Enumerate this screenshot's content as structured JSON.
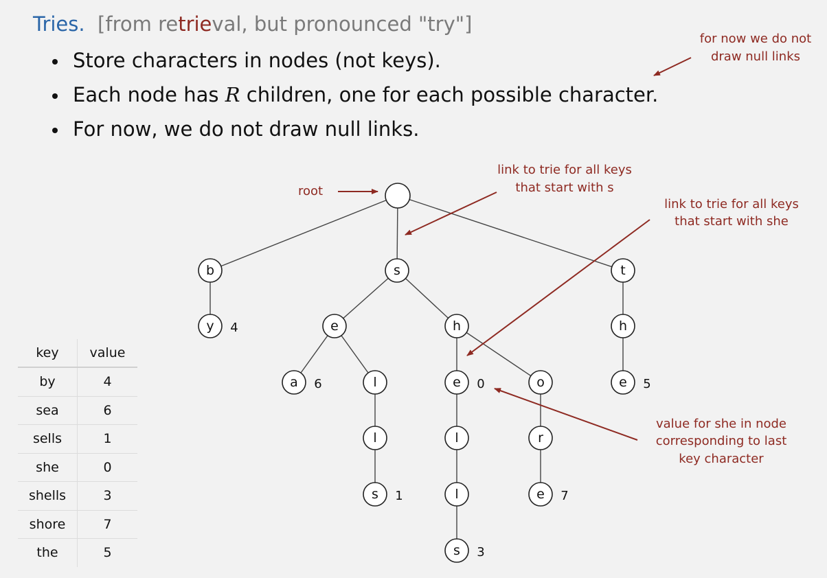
{
  "title": {
    "word": "Tries.",
    "etym_pre": "[from re",
    "etym_hl": "trie",
    "etym_post": "val, but pronounced \"try\"]"
  },
  "bullets": [
    {
      "text": "Store characters in nodes (not keys)."
    },
    {
      "pre": "Each node has ",
      "italic": "R",
      "post": " children, one for each possible character."
    },
    {
      "text": "For now, we do not draw null links."
    }
  ],
  "colors": {
    "title_blue": "#2b66a8",
    "annotation_red": "#8e2a22",
    "grey_text": "#7a7a7a"
  },
  "annotations": {
    "null_links": [
      "for now we do not",
      "draw null links"
    ],
    "root": "root",
    "link_s": [
      "link to trie for all keys",
      "that start with s"
    ],
    "link_she": [
      "link to trie for all keys",
      "that start with she"
    ],
    "value_she": [
      "value for she in node",
      "corresponding to last",
      "key character"
    ]
  },
  "table": {
    "headers": [
      "key",
      "value"
    ],
    "rows": [
      [
        "by",
        "4"
      ],
      [
        "sea",
        "6"
      ],
      [
        "sells",
        "1"
      ],
      [
        "she",
        "0"
      ],
      [
        "shells",
        "3"
      ],
      [
        "shore",
        "7"
      ],
      [
        "the",
        "5"
      ]
    ]
  },
  "trie": {
    "nodes": [
      {
        "id": "root",
        "char": "",
        "value": ""
      },
      {
        "id": "b",
        "char": "b",
        "value": ""
      },
      {
        "id": "by",
        "char": "y",
        "value": "4"
      },
      {
        "id": "s",
        "char": "s",
        "value": ""
      },
      {
        "id": "se",
        "char": "e",
        "value": ""
      },
      {
        "id": "sea",
        "char": "a",
        "value": "6"
      },
      {
        "id": "sel",
        "char": "l",
        "value": ""
      },
      {
        "id": "sell",
        "char": "l",
        "value": ""
      },
      {
        "id": "sells",
        "char": "s",
        "value": "1"
      },
      {
        "id": "sh",
        "char": "h",
        "value": ""
      },
      {
        "id": "she",
        "char": "e",
        "value": "0"
      },
      {
        "id": "shel",
        "char": "l",
        "value": ""
      },
      {
        "id": "shell",
        "char": "l",
        "value": ""
      },
      {
        "id": "shells",
        "char": "s",
        "value": "3"
      },
      {
        "id": "sho",
        "char": "o",
        "value": ""
      },
      {
        "id": "shor",
        "char": "r",
        "value": ""
      },
      {
        "id": "shore",
        "char": "e",
        "value": "7"
      },
      {
        "id": "t",
        "char": "t",
        "value": ""
      },
      {
        "id": "th",
        "char": "h",
        "value": ""
      },
      {
        "id": "the",
        "char": "e",
        "value": "5"
      }
    ],
    "edges": [
      [
        "root",
        "b"
      ],
      [
        "root",
        "s"
      ],
      [
        "root",
        "t"
      ],
      [
        "b",
        "by"
      ],
      [
        "s",
        "se"
      ],
      [
        "s",
        "sh"
      ],
      [
        "se",
        "sea"
      ],
      [
        "se",
        "sel"
      ],
      [
        "sel",
        "sell"
      ],
      [
        "sell",
        "sells"
      ],
      [
        "sh",
        "she"
      ],
      [
        "sh",
        "sho"
      ],
      [
        "she",
        "shel"
      ],
      [
        "shel",
        "shell"
      ],
      [
        "shell",
        "shells"
      ],
      [
        "sho",
        "shor"
      ],
      [
        "shor",
        "shore"
      ],
      [
        "t",
        "th"
      ],
      [
        "th",
        "the"
      ]
    ]
  }
}
